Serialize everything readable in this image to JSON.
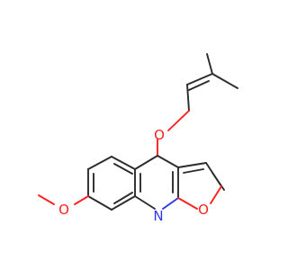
{
  "molecule": {
    "atom_labels": {
      "ether_oxygen": "O",
      "methoxy_oxygen": "O",
      "ring_nitrogen": "N",
      "furan_oxygen": "O"
    },
    "colors": {
      "bond": "#2b2b2b",
      "oxygen": "#ff1f1f",
      "nitrogen": "#2a38f2",
      "background": "#ffffff"
    }
  }
}
